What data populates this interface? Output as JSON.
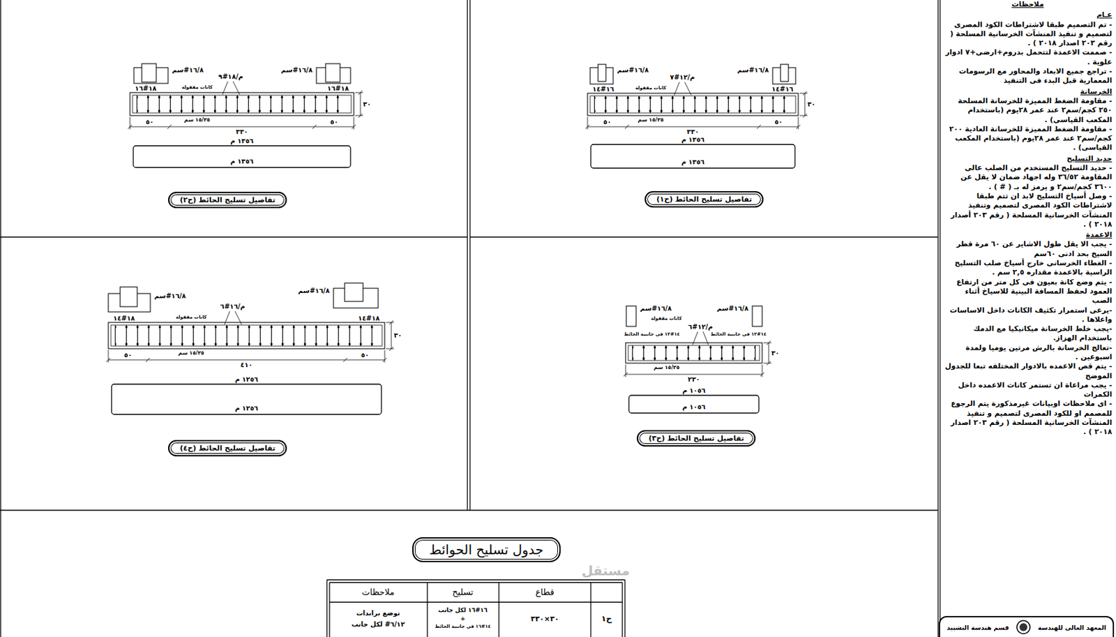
{
  "diagram": {
    "nodes": [
      {
        "text": [
          "تفاصيل تسليح الحائط (ح١)"
        ]
      },
      {
        "text": [
          "تفاصيل تسليح الحائط (ح٢)"
        ]
      },
      {
        "text": [
          "تفاصيل تسليح الحائط (ح٣)"
        ]
      },
      {
        "text": [
          "تفاصيل تسليح الحائط (ح٤)"
        ]
      },
      {
        "text": [
          "جدول تسليح الحوائط"
        ]
      },
      {
        "text": [
          "المعهد العالى للهندسة",
          "قسم هندسة التشييد"
        ]
      }
    ],
    "labels": [
      "١٦/٨#سم",
      "١٦/٨#سم",
      "١٦#١٤",
      "١٦#١٤",
      "م/١٢#٧",
      "كانات مقفولة",
      "١٥/٢٥ سم",
      "٣٠",
      "٥٠",
      "٥٠",
      "٣٣٠",
      "١٣٥٦ م",
      "١٣٥٦ م",
      "١٦/٨#سم",
      "١٦/٨#سم",
      "١٨#١٦",
      "١٨#١٦",
      "م/١٨#٩",
      "كانات مقفولة",
      "١٥/٢٥ سم",
      "٣٠",
      "٥٠",
      "٥٠",
      "٣٣٠",
      "١٣٥٦ م",
      "١٣٥٦ م",
      "١٦/٨#سم",
      "١٦/٨#سم",
      "١٤#١٢ فى جانبية الحائط",
      "١٤#١٢ فى جانبية الحائط",
      "م/١٢#٦",
      "كانات مقفولة",
      "١٥/٢٥ سم",
      "٣٠",
      "٢٣٠",
      "١٠٥٦ م",
      "١٠٥٦ م",
      "١٦/٨#سم",
      "١٦/٨#سم",
      "١٨#١٤",
      "١٨#١٤",
      "م/١٦#٦",
      "كانات مقفولة",
      "١٥/٢٥ سم",
      "٣٠",
      "٥٠",
      "٥٠",
      "٤١٠",
      "١٢٥٦ م",
      "١٢٥٦ م",
      "ملاحظات",
      "عـام",
      "- تم التصميم طبقا لاشتراطات الكود المصرى لتصميم و تنفيذ المنشآت الخرسانية المسلحة ( رقم ٢٠٣ اصدار ٢٠١٨ ) .",
      "- صممت الاعمدة لتتحمل بدروم+ارضى+٧ ادوار علوية .",
      "- تراجع جميع الابعاد والمحاور مع الرسومات المعمارية قبل البدء فى التنفيذ",
      "الخرسانة",
      "- مقاومة الضغط المميزة للخرسانة المسلحة ٢٥٠ كجم/سم٢ عند عمر ٢٨يوم (باستخدام المكعب القياسى) .",
      "- مقاومة الضغط المميزة للخرسانة العادية ٢٠٠ كجم/سم٢ عند عمر ٢٨يوم (باستخدام المكعب القياسى) .",
      "حديد التسليح",
      "- حديد التسليح المستخدم من الصلب عالى المقاومة ٣٦/٥٢ وله اجهاد ضمان لا يقل عن ٣٦٠٠ كجم/سم٢ و يرمز له بـ ( # ) .",
      "- وصل أسياخ التسليح لابد ان تتم طبقا لاشتراطات الكود المصرى لتصميم وتنفيذ المنشآت الخرسانية المسلحة ( رقم ٢٠٣ أصدار ٢٠١٨ ) .",
      "الاعمدة",
      "- يجب الا يقل طول الاشاير عن ٦٠ مرة قطر السيخ بحد ادنى ٦٠سم",
      "- الغطاء الخرسانى خارج أسياخ صلب التسليح الراسية بالاعمدة مقداره ٢,٥ سم .",
      "- يتم وضع كانة بعيون فى كل متر من ارتفاع العمود لحفظ المسافة البينية للاسياخ أثناء الصب",
      "-يرعى استمرار تكثيف الكانات داخل الاساسات واعلاها .",
      "-يجب خلط الخرسانة ميكانيكيا مع الدمك باستخدام الهزاز.",
      "-تعالج الخرسانة بالرش مرتين يوميا ولمدة اسبوعين .",
      "- يتم قص الاعمده بالادوار المختلفه تبعا للجدول الموضح",
      "- يجب مراعاة ان تستمر كانات الاعمده داخل الكمرات",
      "- اى ملاحظات اوبيانات غيرمذكورة يتم الرجوع للمصمم او للكود المصرى لتصميم و تنفيذ المنشآت الخرسانية المسلحة ( رقم ٢٠٣ اصدار ٢٠١٨ ) .",
      "ملاحظات",
      "تسليح",
      "قطاع",
      "ح١",
      "٣٠×٣٣٠",
      "١٦#١٦ لكل جانب",
      "+",
      "١٤#١٦ فى جانبية الحائط",
      "توضع براندات",
      "٦/١٢# لكل جانب",
      "مستقل"
    ]
  }
}
